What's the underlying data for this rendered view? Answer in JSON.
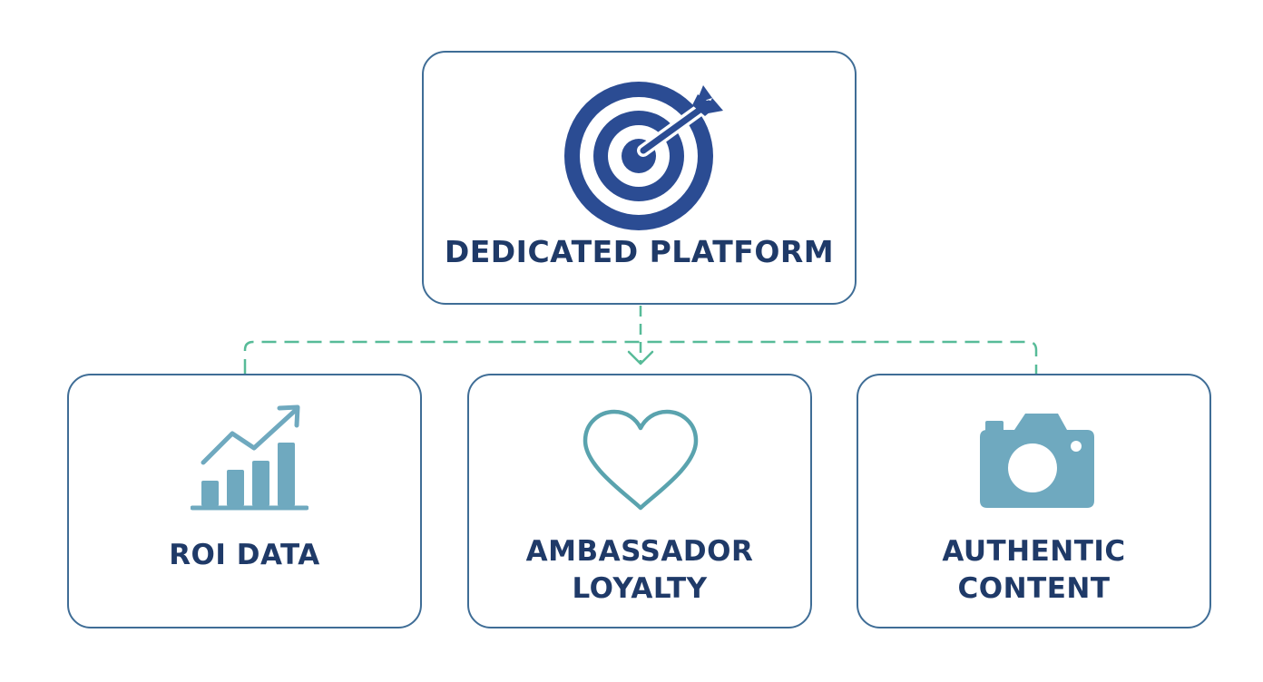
{
  "colors": {
    "navy": "#2b4c93",
    "teal": "#5aa3ae",
    "steel": "#6fa9bf",
    "connector": "#57bb98",
    "border": "#3f6d96",
    "text": "#1f3a68"
  },
  "nodes": {
    "top": {
      "label": "DEDICATED PLATFORM",
      "icon": "target-arrow-icon"
    },
    "roi": {
      "label": "ROI DATA",
      "icon": "bar-chart-growth-icon"
    },
    "ambassador": {
      "label": "AMBASSADOR\nLOYALTY",
      "icon": "heart-icon"
    },
    "authentic": {
      "label": "AUTHENTIC\nCONTENT",
      "icon": "camera-icon"
    }
  }
}
